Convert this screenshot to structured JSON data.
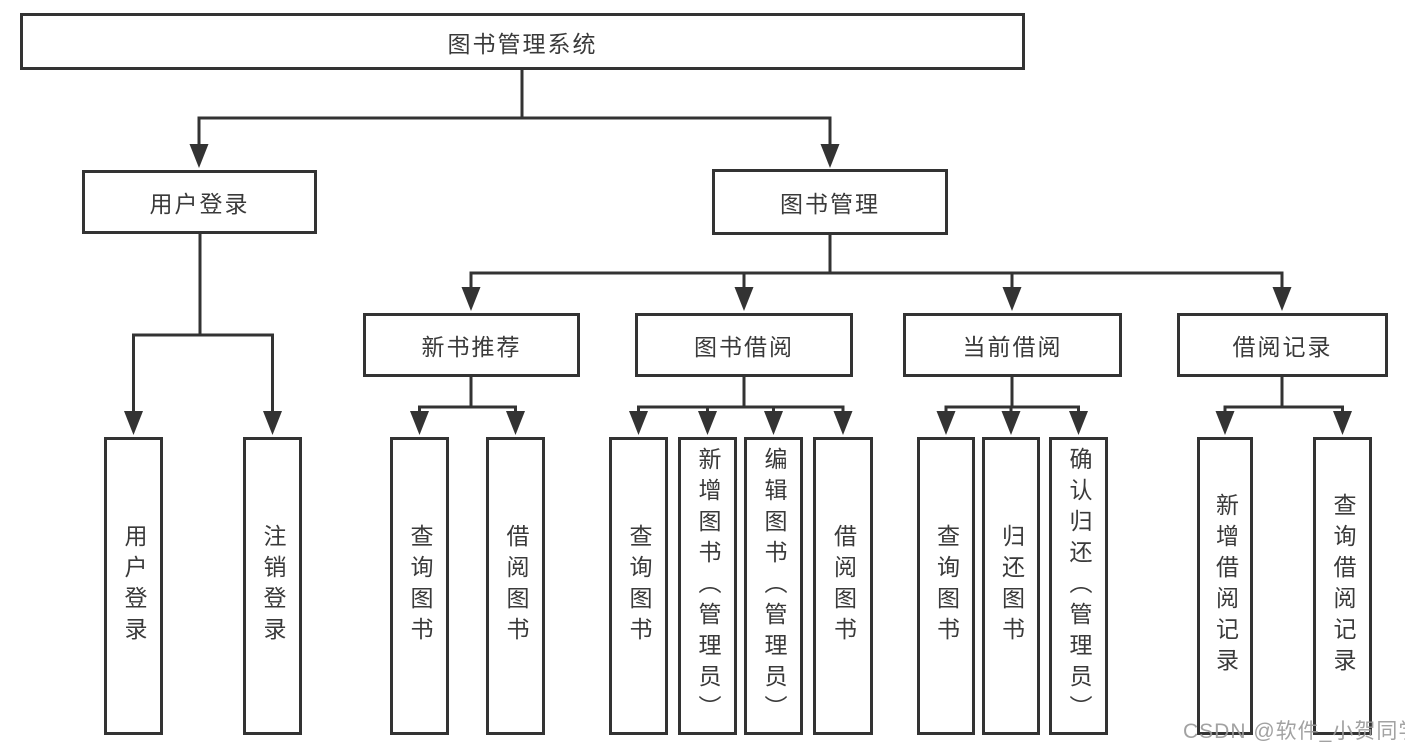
{
  "diagram": {
    "root": {
      "label": "图书管理系统"
    },
    "user_login": {
      "label": "用户登录",
      "children": [
        {
          "label": "用户登录"
        },
        {
          "label": "注销登录"
        }
      ]
    },
    "book_management": {
      "label": "图书管理",
      "sections": [
        {
          "label": "新书推荐",
          "children": [
            {
              "label": "查询图书"
            },
            {
              "label": "借阅图书"
            }
          ]
        },
        {
          "label": "图书借阅",
          "children": [
            {
              "label": "查询图书"
            },
            {
              "label": "新增图书（管理员）"
            },
            {
              "label": "编辑图书（管理员）"
            },
            {
              "label": "借阅图书"
            }
          ]
        },
        {
          "label": "当前借阅",
          "children": [
            {
              "label": "查询图书"
            },
            {
              "label": "归还图书"
            },
            {
              "label": "确认归还（管理员）"
            }
          ]
        },
        {
          "label": "借阅记录",
          "children": [
            {
              "label": "新增借阅记录"
            },
            {
              "label": "查询借阅记录"
            }
          ]
        }
      ]
    }
  },
  "watermark": {
    "text": "CSDN @软件_小贺同学"
  },
  "colors": {
    "line": "#333333",
    "box_border": "#333333",
    "box_fill": "#ffffff",
    "text": "#3a3a3a",
    "watermark": "#9a9a9a",
    "background": "#ffffff"
  }
}
